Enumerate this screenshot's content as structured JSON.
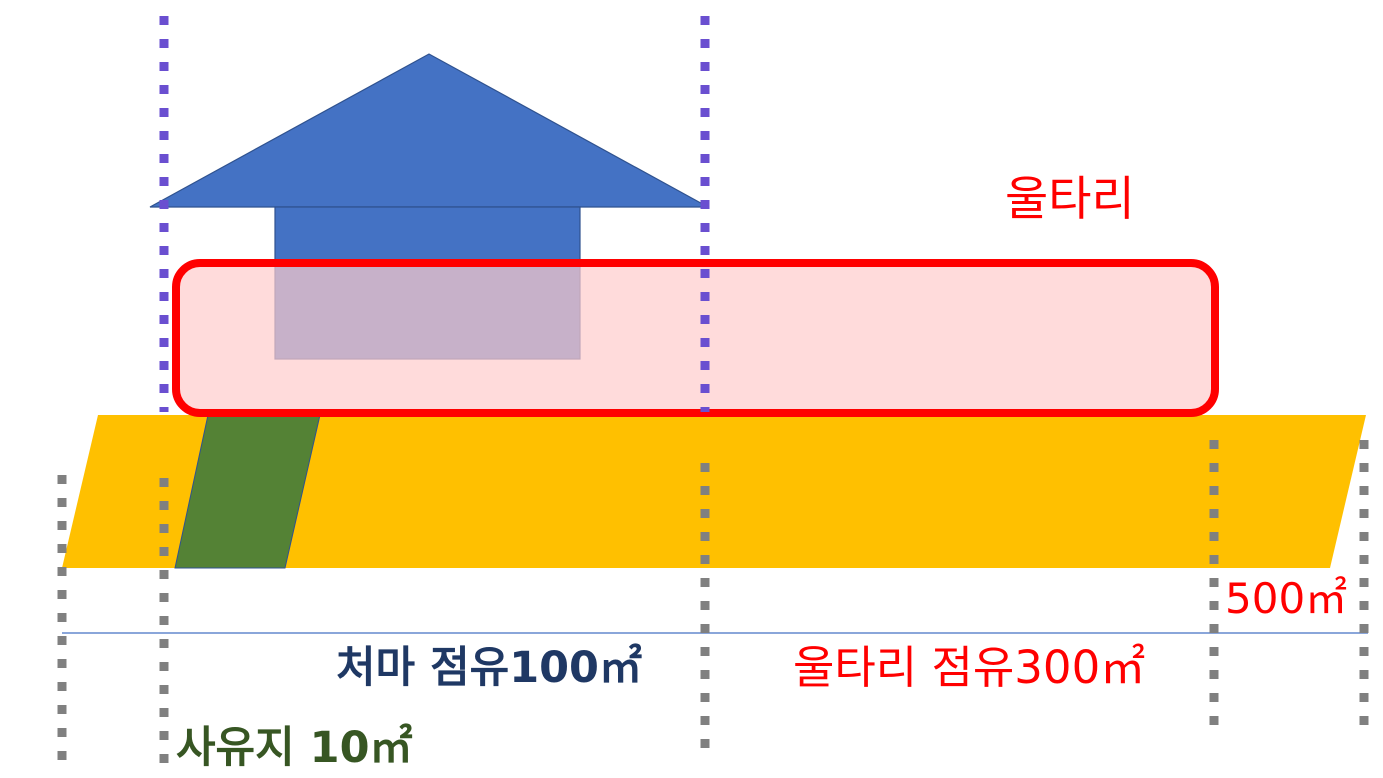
{
  "labels": {
    "fence_title": "울타리",
    "total_area": "500㎡",
    "eave_occupancy": "처마 점유100㎡",
    "fence_occupancy": "울타리 점유300㎡",
    "private_land": "사유지 10㎡"
  },
  "colors": {
    "house": "#4472c4",
    "house_outline": "#2f528f",
    "fence_stroke": "#ff0000",
    "fence_fill": "#ffcccc",
    "land": "#ffc000",
    "private_land": "#548235",
    "purple_guide": "#6a4fd0",
    "gray_guide": "#808080",
    "baseline": "#4472c4",
    "text_red": "#ff0000",
    "text_navy": "#1f3864",
    "text_green": "#375623"
  }
}
